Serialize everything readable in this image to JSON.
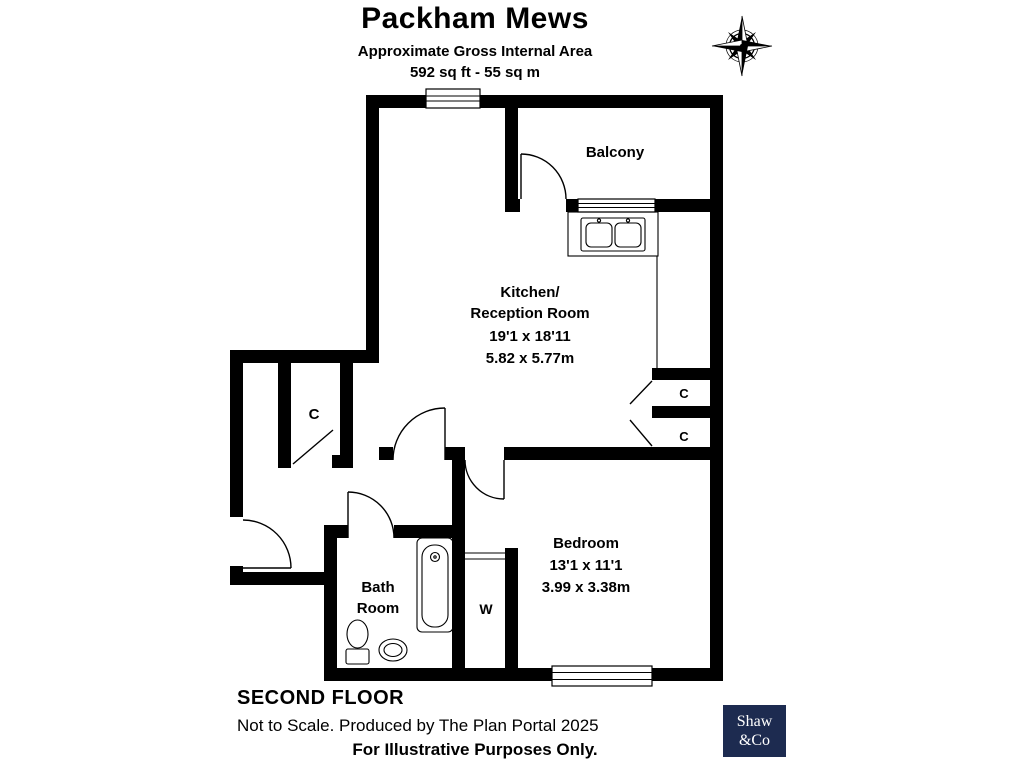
{
  "header": {
    "title": "Packham Mews",
    "subtitle": "Approximate Gross Internal Area",
    "area": "592 sq ft - 55 sq m"
  },
  "icons": {
    "compass": "compass-rose-icon"
  },
  "rooms": {
    "balcony": {
      "name": "Balcony"
    },
    "kitchen_reception": {
      "name_line1": "Kitchen/",
      "name_line2": "Reception Room",
      "dims_imperial": "19'1 x 18'11",
      "dims_metric": "5.82 x 5.77m"
    },
    "bedroom": {
      "name": "Bedroom",
      "dims_imperial": "13'1 x 11'1",
      "dims_metric": "3.99 x 3.38m"
    },
    "bathroom": {
      "name_line1": "Bath",
      "name_line2": "Room"
    },
    "closet_hall": {
      "label": "C"
    },
    "closet_right_upper": {
      "label": "C"
    },
    "closet_right_lower": {
      "label": "C"
    },
    "wardrobe": {
      "label": "W"
    }
  },
  "footer": {
    "floor_label": "SECOND FLOOR",
    "disclaimer": "Not to Scale. Produced by The Plan Portal 2025",
    "purpose": "For Illustrative Purposes Only."
  },
  "branding": {
    "name_line1": "Shaw",
    "name_line2": "&Co"
  },
  "colors": {
    "walls": "#000000",
    "text": "#000000",
    "background": "#ffffff",
    "logo_background": "#1d2b50",
    "logo_text": "#ffffff"
  }
}
